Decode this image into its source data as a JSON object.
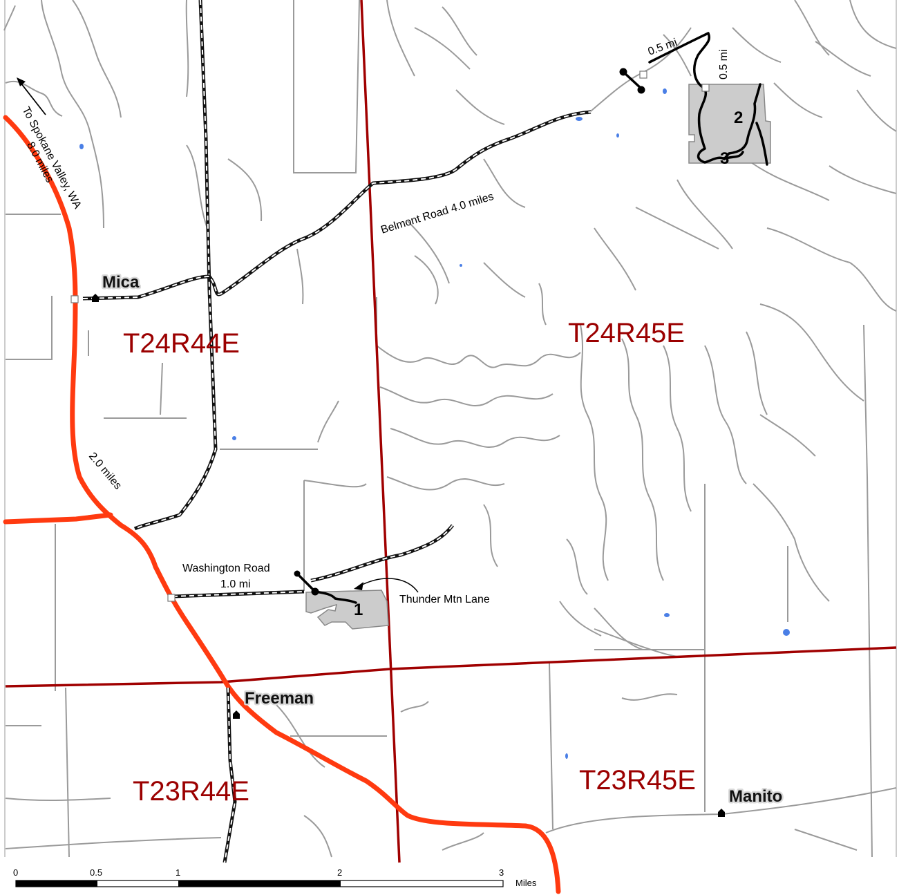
{
  "townships": {
    "nw": "T24R44E",
    "ne": "T24R45E",
    "sw": "T23R44E",
    "se": "T23R45E"
  },
  "towns": {
    "mica": "Mica",
    "freeman": "Freeman",
    "manito": "Manito"
  },
  "road_labels": {
    "to_spokane_line1": "To Spokane Valley, WA",
    "to_spokane_line2": "8.0 miles",
    "belmont": "Belmont Road   4.0 miles",
    "highway_distance": "2.0 miles",
    "washington_line1": "Washington Road",
    "washington_line2": "1.0 mi",
    "thunder": "Thunder Mtn Lane",
    "trail_a": "0.5 mi",
    "trail_b": "0.5 mi"
  },
  "parcels": [
    "1",
    "2",
    "3"
  ],
  "scale_bar": {
    "ticks": [
      "0",
      "0.5",
      "1",
      "2",
      "3"
    ],
    "unit": "Miles"
  },
  "colors": {
    "highway": "#ff3a10",
    "township_line": "#a00000",
    "township_label": "#9b0000",
    "contour": "#9a9a9a",
    "parcel_fill": "#cccccc",
    "water": "#4a7fe6"
  },
  "icons": {
    "town_marker": "house-icon",
    "trailhead": "trailhead-dot-icon",
    "north_arrow": "arrow-icon"
  }
}
